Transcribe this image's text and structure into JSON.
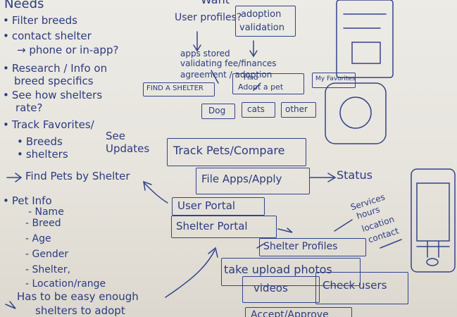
{
  "needs": {
    "heading": "Needs",
    "items": [
      "Filter breeds",
      "contact shelter",
      "→ phone or in-app?",
      "Research / Info on",
      "breed specifics",
      "See how shelters",
      "rate?",
      "Track Favorites/",
      "Breeds",
      "shelters",
      "See",
      "Updates",
      "Find Pets by Shelter",
      "Pet Info",
      "- Name",
      "- Breed",
      "- Age",
      "- Gender",
      "- Shelter,",
      "- Location/range",
      "Has to be easy enough",
      "shelters to adopt"
    ]
  },
  "wants": {
    "heading": "Want",
    "user_profiles": "User profiles?",
    "adoption_validation": [
      "adoption",
      "validation"
    ],
    "apps_stored": "apps stored",
    "validating": "validating fee/finances",
    "agreement": "agreement / adoption"
  },
  "flow": {
    "find_shelter": "FIND A SHELTER",
    "find_pet": [
      "Find",
      "Adopt a pet"
    ],
    "my_favorites": "My Favorites",
    "dog": "Dog",
    "cats": "cats",
    "other": "other",
    "track_pets": "Track Pets/Compare",
    "file_apps": "File Apps/Apply",
    "status": "Status",
    "user_portal": "User Portal",
    "shelter_portal": "Shelter Portal",
    "shelter_profiles": "Shelter Profiles",
    "shelter_notes": [
      "Services",
      "hours",
      "location",
      "contact"
    ],
    "upload_photos": "take upload photos",
    "videos": "videos",
    "check_users": "Check users",
    "accept": "Accept/Approve"
  }
}
